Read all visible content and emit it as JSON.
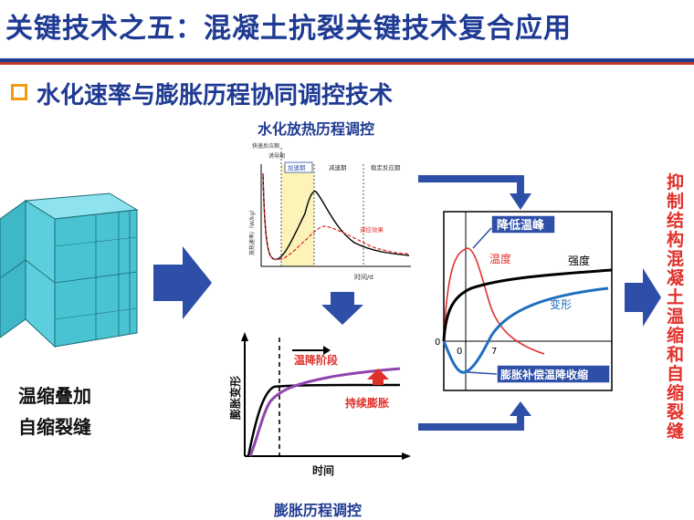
{
  "header": {
    "title": "关键技术之五：混凝土抗裂关键技术复合应用",
    "subtitle": "水化速率与膨胀历程协同调控技术"
  },
  "left": {
    "line1": "温缩叠加",
    "line2": "自缩裂缝"
  },
  "hydration_chart": {
    "caption": "水化放热历程调控",
    "phases": [
      "快速反应期",
      "诱导期",
      "加速期",
      "减速期",
      "稳定反应期"
    ],
    "ylabel": "放热速率/（W/kg）",
    "xlabel": "时间/d",
    "curve_label": "调控效果"
  },
  "expansion_chart": {
    "caption": "膨胀历程调控",
    "ylabel": "膨胀变形",
    "xlabel": "时间",
    "stage_label": "温降阶段",
    "expansion_label": "持续膨胀"
  },
  "result_chart": {
    "callout_top": "降低温峰",
    "label_temp": "温度",
    "label_strength": "强度",
    "label_deform": "变形",
    "tick_0": "0",
    "tick_7": "7",
    "origin": "0",
    "callout_bottom": "膨胀补偿温降收缩"
  },
  "right_vertical": "抑制结构混凝土温缩和自缩裂缝",
  "colors": {
    "title_blue": "#1f3a93",
    "accent_red": "#e0302a",
    "arrow_blue": "#2e4fa8",
    "cyan_model": "#4fc7d6",
    "purple_curve": "#8e44ad",
    "blue_curve": "#1f6fbf"
  }
}
